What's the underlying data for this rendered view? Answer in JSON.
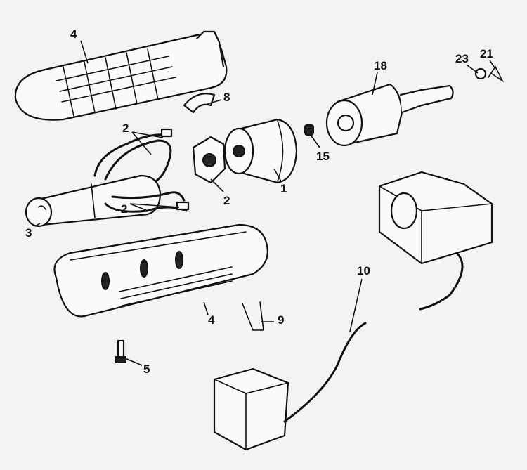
{
  "diagram": {
    "type": "exploded-parts-view",
    "callouts": [
      {
        "id": "housing-top",
        "label": "4"
      },
      {
        "id": "clip",
        "label": "8"
      },
      {
        "id": "wires-upper",
        "label": "2"
      },
      {
        "id": "chuck",
        "label": "18"
      },
      {
        "id": "washer",
        "label": "23"
      },
      {
        "id": "spring-clip",
        "label": "21"
      },
      {
        "id": "pinion",
        "label": "15"
      },
      {
        "id": "motor",
        "label": "1"
      },
      {
        "id": "switch-plate",
        "label": "2"
      },
      {
        "id": "wires-lower",
        "label": "2"
      },
      {
        "id": "battery",
        "label": "3"
      },
      {
        "id": "charger-base",
        "label": "10"
      },
      {
        "id": "housing-bottom",
        "label": "4"
      },
      {
        "id": "bracket",
        "label": "9"
      },
      {
        "id": "screw",
        "label": "5"
      }
    ]
  }
}
